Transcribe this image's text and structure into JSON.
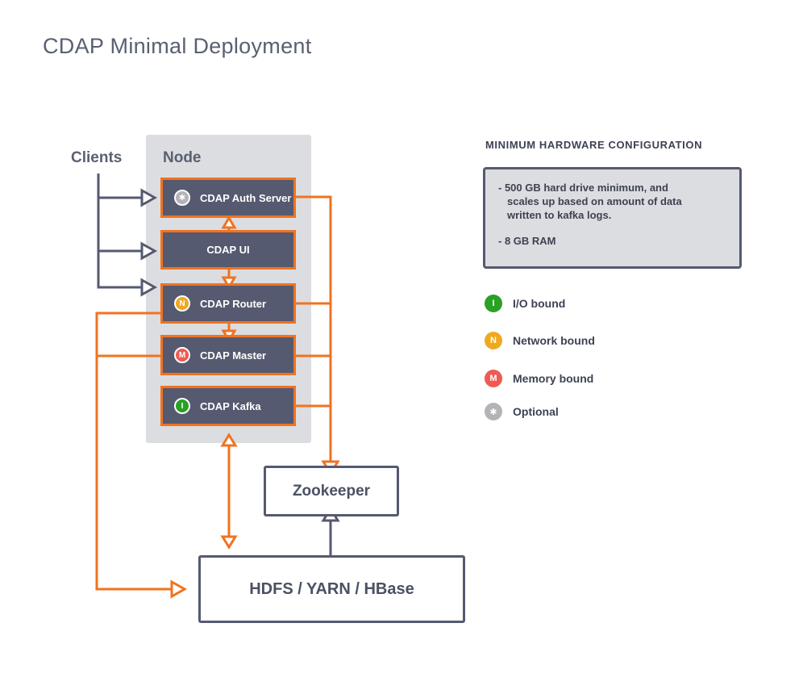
{
  "title": "CDAP Minimal Deployment",
  "diagram": {
    "clients_label": "Clients",
    "node_label": "Node",
    "services": [
      {
        "label": "CDAP Auth Server",
        "badge": "*",
        "badge_color": "#b4b4b8"
      },
      {
        "label": "CDAP UI",
        "badge": "",
        "badge_color": ""
      },
      {
        "label": "CDAP Router",
        "badge": "N",
        "badge_color": "#f0a81e"
      },
      {
        "label": "CDAP Master",
        "badge": "M",
        "badge_color": "#ef5a52"
      },
      {
        "label": "CDAP Kafka",
        "badge": "I",
        "badge_color": "#2aa024"
      }
    ],
    "zookeeper_label": "Zookeeper",
    "hdfs_label": "HDFS / YARN / HBase"
  },
  "hardware": {
    "title": "MINIMUM HARDWARE CONFIGURATION",
    "line1": "- 500 GB hard drive minimum, and",
    "line2": "scales up based on amount of data",
    "line3": "written to kafka logs.",
    "line4": "- 8 GB RAM"
  },
  "legend": [
    {
      "badge": "I",
      "label": "I/O bound",
      "color": "#2aa024"
    },
    {
      "badge": "N",
      "label": "Network bound",
      "color": "#f0a81e"
    },
    {
      "badge": "M",
      "label": "Memory bound",
      "color": "#ef5a52"
    },
    {
      "badge": "✱",
      "label": "Optional",
      "color": "#b4b4b8"
    }
  ],
  "colors": {
    "accent": "#f07320",
    "dark": "#555a70",
    "node_bg": "#dcdde0"
  }
}
